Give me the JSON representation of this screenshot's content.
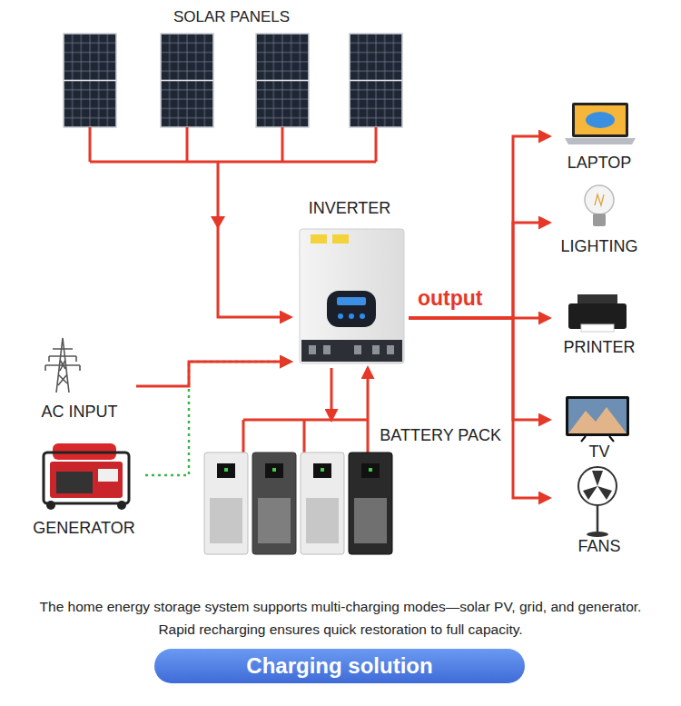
{
  "diagram": {
    "title": "Charging solution",
    "caption": "The home energy storage system supports multi-charging modes—solar PV, grid, and generator. Rapid recharging ensures quick restoration to full capacity.",
    "nodes": [
      {
        "text": [
          "SOLAR PANELS"
        ]
      },
      {
        "text": [
          "INVERTER"
        ]
      },
      {
        "text": [
          "LAPTOP"
        ]
      },
      {
        "text": [
          "LIGHTING"
        ]
      },
      {
        "text": [
          "PRINTER"
        ]
      },
      {
        "text": [
          "AC INPUT"
        ]
      },
      {
        "text": [
          "BATTERY PACK"
        ]
      },
      {
        "text": [
          "GENERATOR"
        ]
      },
      {
        "text": [
          "TV"
        ]
      },
      {
        "text": [
          "FANS"
        ]
      }
    ],
    "edges": [
      {
        "from": 0,
        "to": 1,
        "arrow": "to"
      },
      {
        "from": 7,
        "to": 1,
        "arrow": "to"
      },
      {
        "from": 5,
        "to": 1,
        "arrow": "to"
      },
      {
        "from": 1,
        "to": 6,
        "arrow": "to"
      },
      {
        "from": 6,
        "to": 1,
        "arrow": "to"
      },
      {
        "from": 1,
        "to": 2,
        "arrow": "to"
      },
      {
        "from": 1,
        "to": 3,
        "arrow": "to"
      },
      {
        "from": 1,
        "to": 4,
        "label": "output",
        "arrow": "to"
      },
      {
        "from": 1,
        "to": 8,
        "arrow": "to"
      },
      {
        "from": 1,
        "to": 9,
        "arrow": "to"
      }
    ]
  }
}
